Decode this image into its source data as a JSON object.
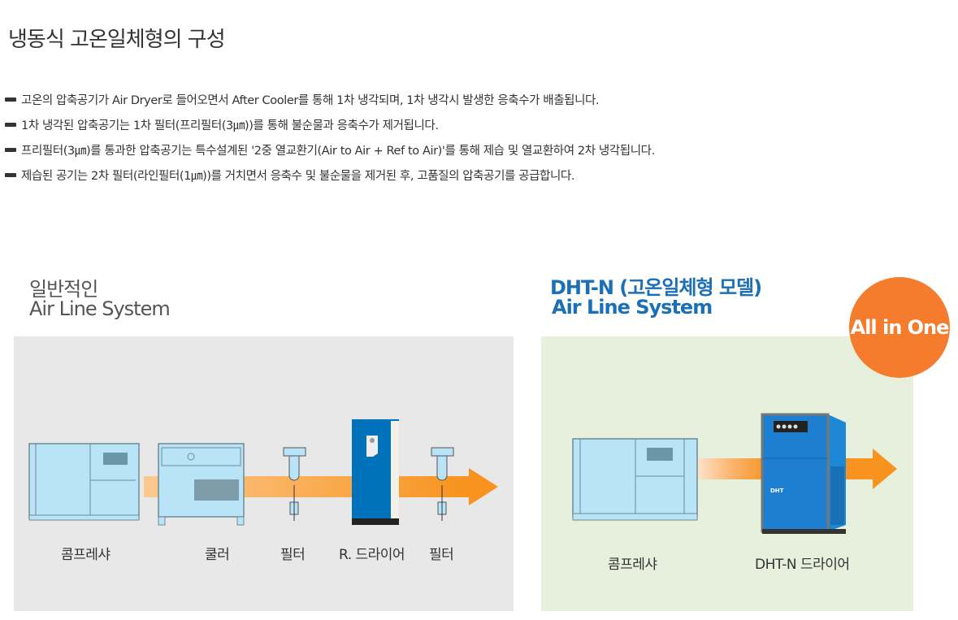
{
  "title": "냉동식 고온일체형의 구성",
  "bullets": [
    "고온의 압축공기가 Air Dryer로 들어오면서 After Cooler를 통해 1차 냉각되며, 1차 냉각시 발생한 응축수가 배출됩니다.",
    "1차 냉각된 압축공기는 1차 필터(프리필터(3㎛))를 통해 불순물과 응축수가 제거됩니다.",
    "프리필터(3㎛)를 통과한 압축공기는 특수설계된 '2중 열교환기(Air to Air + Ref to Air)'를 통해 제습 및 열교환하여 2차 냉각됩니다.",
    "제습된 공기는 2차 필터(라인필터(1㎛))를 거치면서 응축수 및 불순물을 제거된 후, 고품질의 압축공기를 공급합니다."
  ],
  "left": {
    "heading1": "일반적인",
    "heading2": "Air Line System",
    "labels": [
      "콤프레샤",
      "쿨러",
      "필터",
      "R. 드라이어",
      "필터"
    ]
  },
  "right": {
    "heading1": "DHT-N (고온일체형 모델)",
    "heading2": "Air Line System",
    "badge": "All in One",
    "labels": [
      "콤프레샤",
      "DHT-N 드라이어"
    ],
    "logo": "DHT"
  },
  "colors": {
    "orange": "#f47c2c",
    "blue": "#1a6fb8"
  }
}
